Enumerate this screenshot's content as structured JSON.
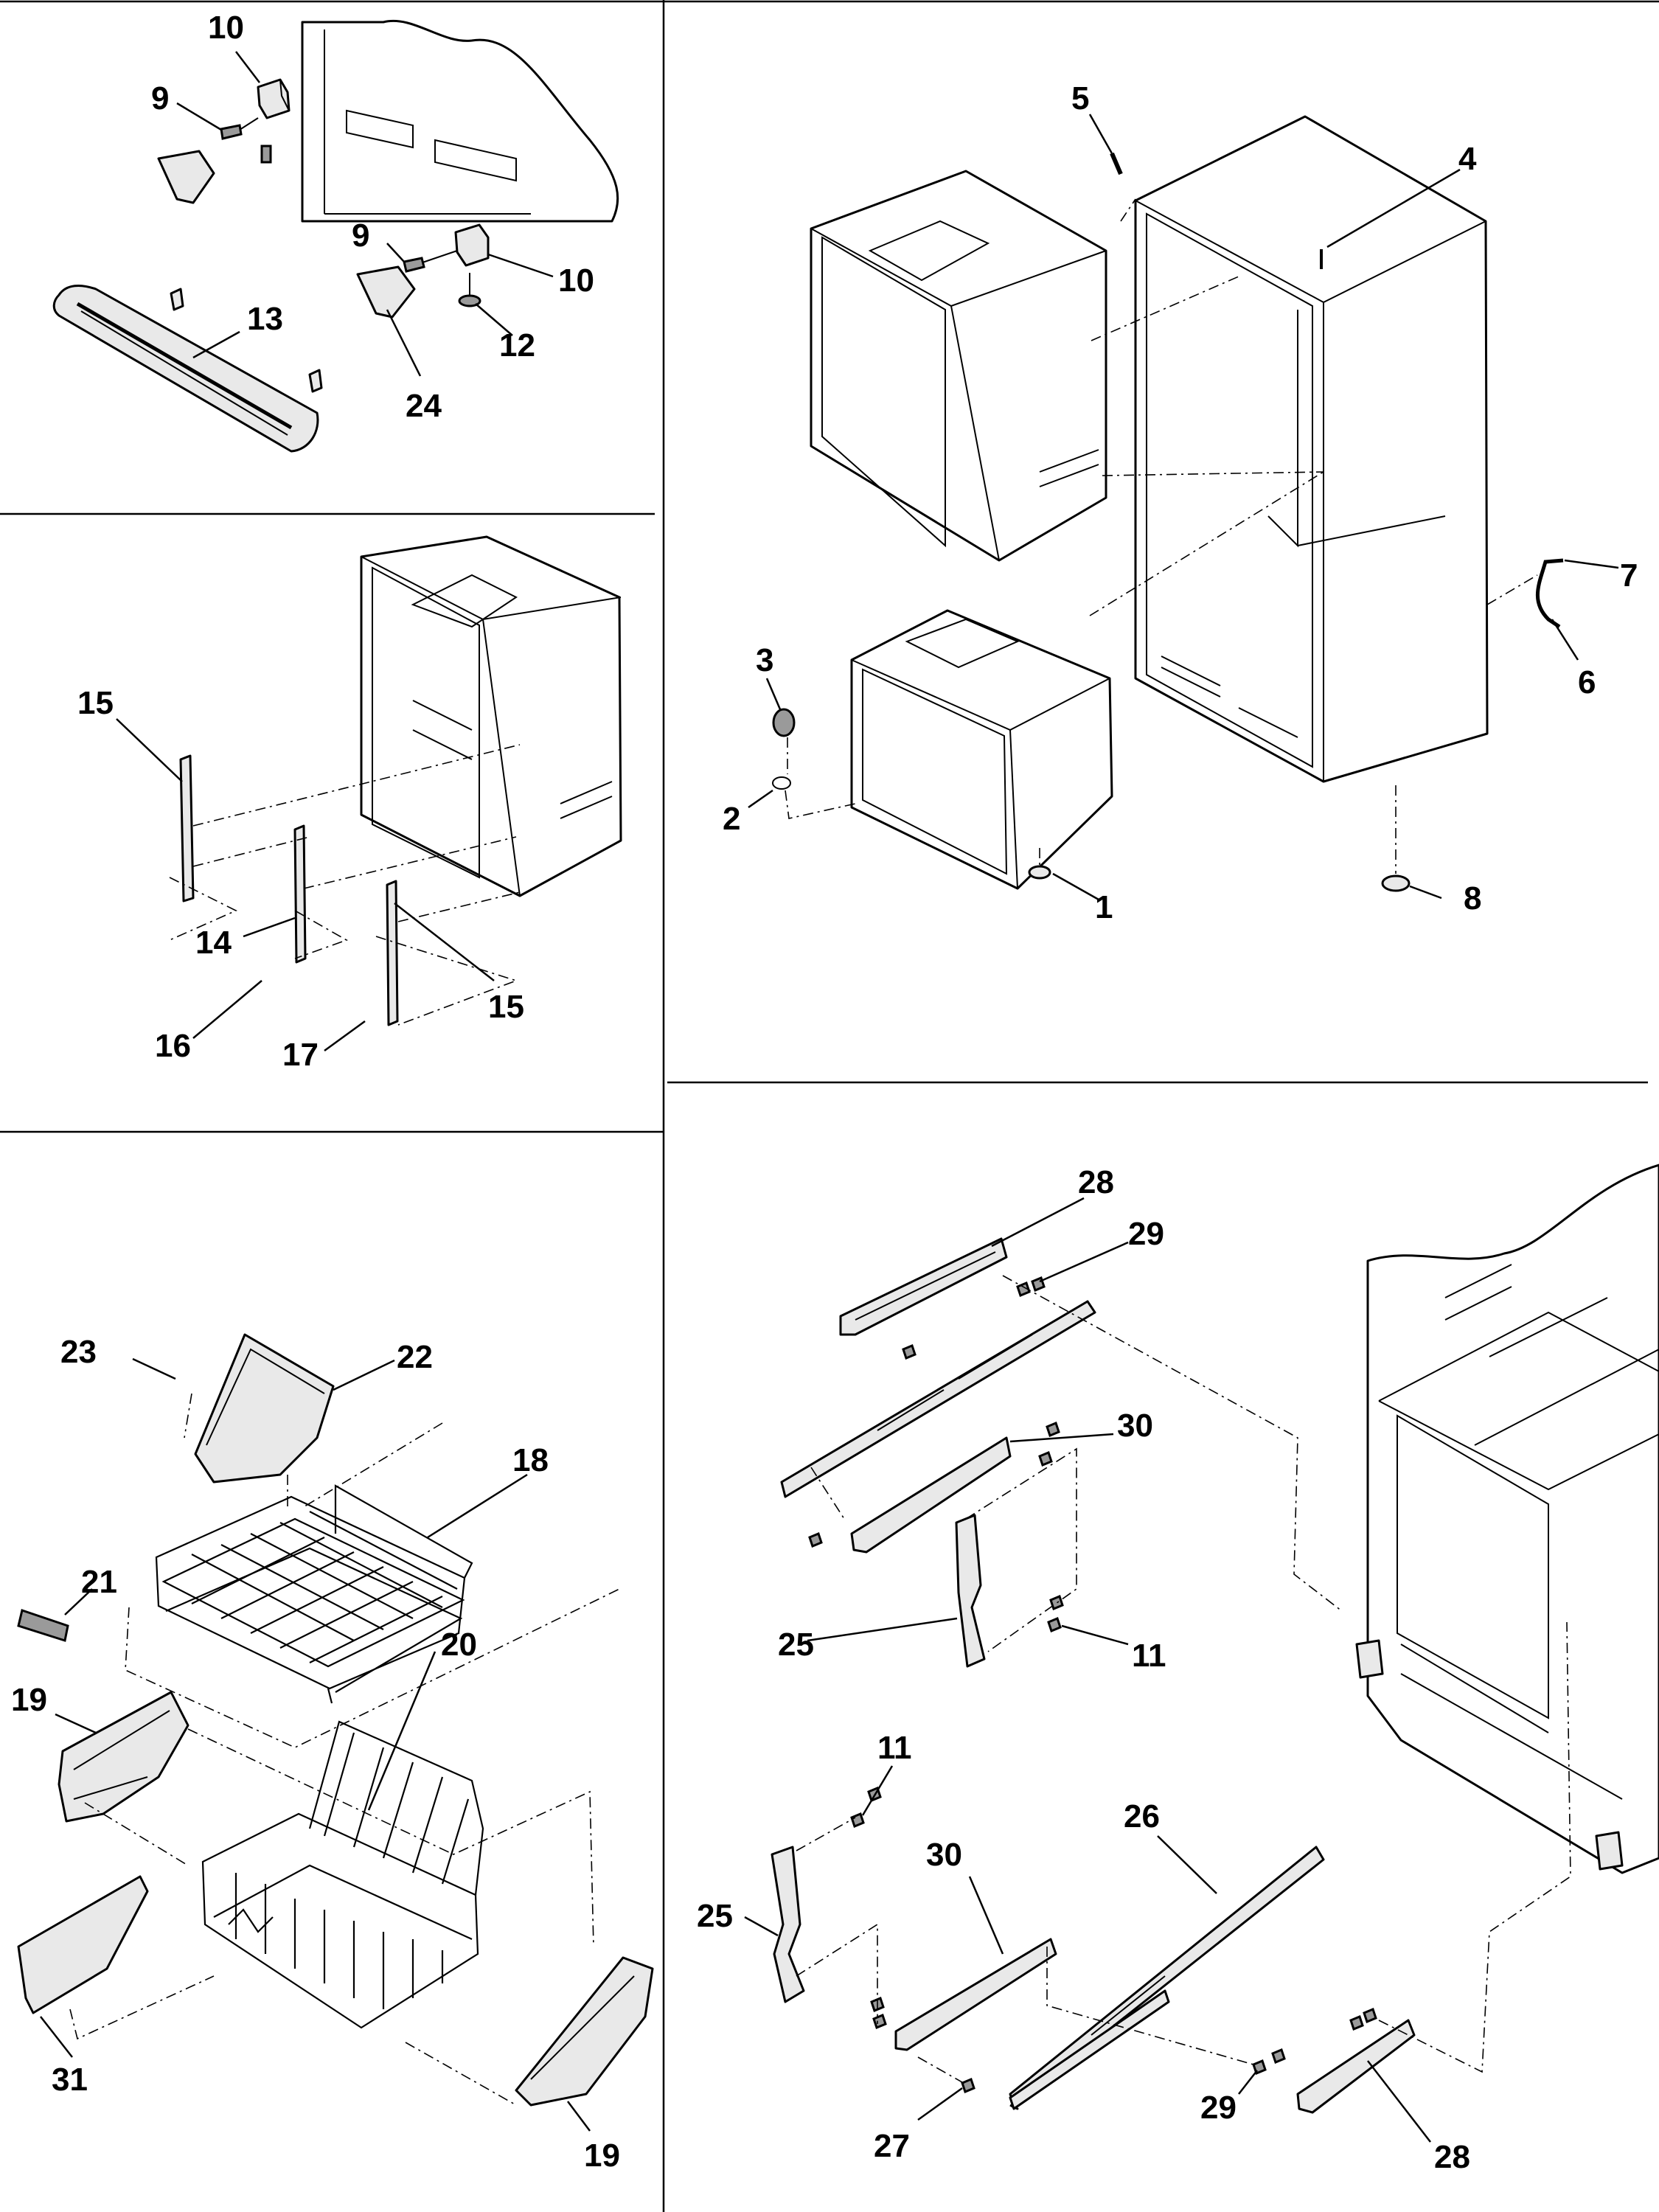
{
  "diagram": {
    "callouts": [
      {
        "id": "p1-10a",
        "text": "10"
      },
      {
        "id": "p1-9a",
        "text": "9"
      },
      {
        "id": "p1-9b",
        "text": "9"
      },
      {
        "id": "p1-10b",
        "text": "10"
      },
      {
        "id": "p1-12",
        "text": "12"
      },
      {
        "id": "p1-13",
        "text": "13"
      },
      {
        "id": "p1-24",
        "text": "24"
      },
      {
        "id": "p2-15a",
        "text": "15"
      },
      {
        "id": "p2-14",
        "text": "14"
      },
      {
        "id": "p2-16",
        "text": "16"
      },
      {
        "id": "p2-17",
        "text": "17"
      },
      {
        "id": "p2-15b",
        "text": "15"
      },
      {
        "id": "p3-5",
        "text": "5"
      },
      {
        "id": "p3-4",
        "text": "4"
      },
      {
        "id": "p3-7",
        "text": "7"
      },
      {
        "id": "p3-6",
        "text": "6"
      },
      {
        "id": "p3-3",
        "text": "3"
      },
      {
        "id": "p3-2",
        "text": "2"
      },
      {
        "id": "p3-1",
        "text": "1"
      },
      {
        "id": "p3-8",
        "text": "8"
      },
      {
        "id": "p4-23",
        "text": "23"
      },
      {
        "id": "p4-22",
        "text": "22"
      },
      {
        "id": "p4-18",
        "text": "18"
      },
      {
        "id": "p4-21",
        "text": "21"
      },
      {
        "id": "p4-19a",
        "text": "19"
      },
      {
        "id": "p4-20",
        "text": "20"
      },
      {
        "id": "p4-31",
        "text": "31"
      },
      {
        "id": "p4-19b",
        "text": "19"
      },
      {
        "id": "p5-28a",
        "text": "28"
      },
      {
        "id": "p5-29a",
        "text": "29"
      },
      {
        "id": "p5-30a",
        "text": "30"
      },
      {
        "id": "p5-25a",
        "text": "25"
      },
      {
        "id": "p5-11a",
        "text": "11"
      },
      {
        "id": "p5-11b",
        "text": "11"
      },
      {
        "id": "p5-30b",
        "text": "30"
      },
      {
        "id": "p5-26",
        "text": "26"
      },
      {
        "id": "p5-25b",
        "text": "25"
      },
      {
        "id": "p5-29b",
        "text": "29"
      },
      {
        "id": "p5-28b",
        "text": "28"
      },
      {
        "id": "p5-27",
        "text": "27"
      }
    ]
  }
}
